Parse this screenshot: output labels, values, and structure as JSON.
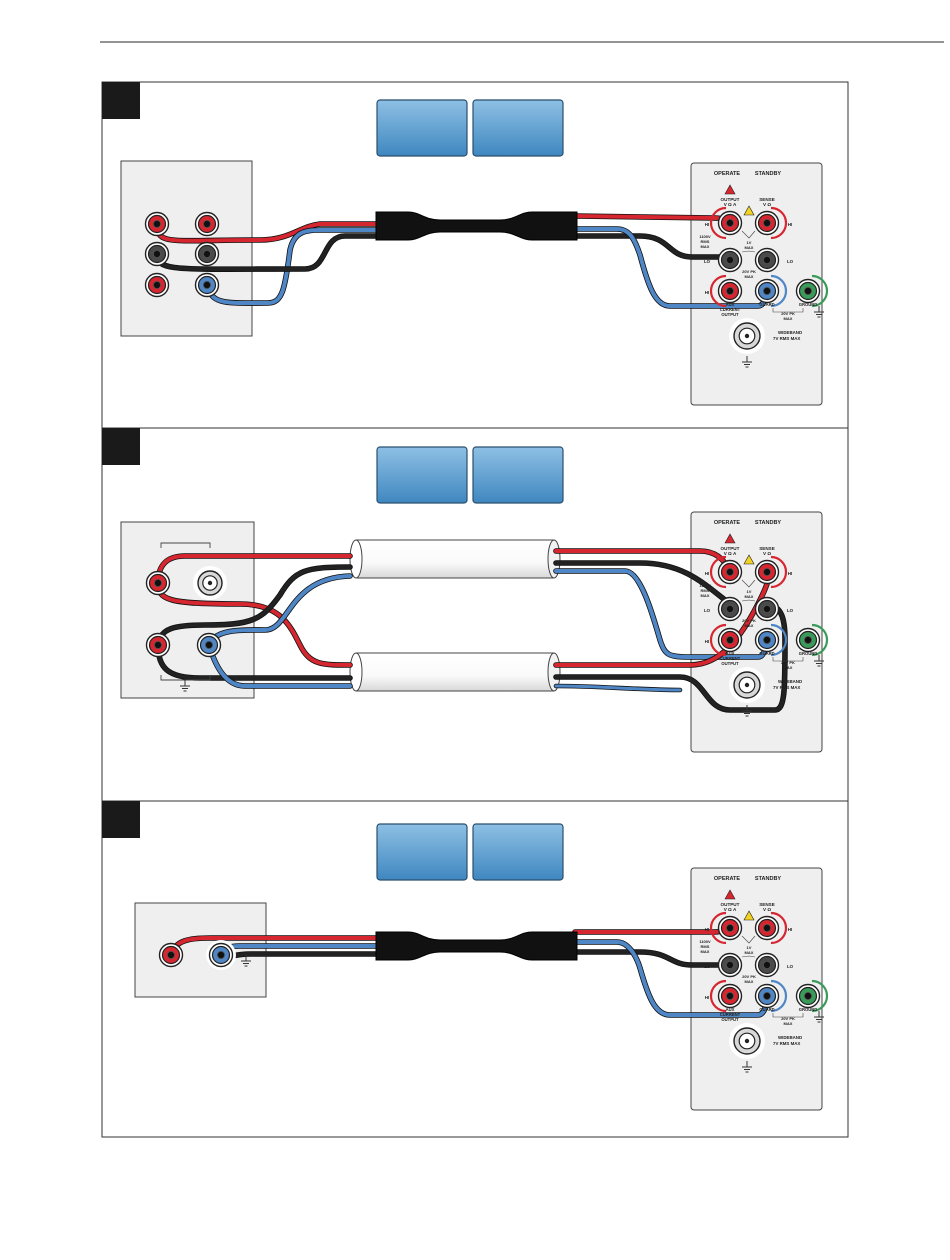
{
  "panels": [
    {
      "id": "a",
      "cable": "coax",
      "uut": "six-post",
      "calibrator": {
        "operate": "OPERATE",
        "standby": "STANDBY",
        "output": "OUTPUT",
        "output_units": "V Ω A",
        "sense": "SENSE",
        "sense_units": "V Ω",
        "hi": "HI",
        "lo": "LO",
        "rms_max": "1100V",
        "rms_max2": "RMS",
        "rms_max3": "MAX",
        "v_max": "1V",
        "v_max2": "MAX",
        "pk_max": "20V PK",
        "pk_max2": "MAX",
        "aux": "AUX",
        "current_output": "CURRENT",
        "current_output2": "OUTPUT",
        "guard": "GUARD",
        "ground": "GROUND",
        "guard_pk": "20V PK",
        "guard_pk2": "MAX",
        "wideband": "WIDEBAND",
        "wideband2": "7V RMS MAX"
      }
    },
    {
      "id": "b",
      "cable": "shielded-pair",
      "uut": "four-post",
      "calibrator": {
        "operate": "OPERATE",
        "standby": "STANDBY",
        "output": "OUTPUT",
        "output_units": "V Ω A",
        "sense": "SENSE",
        "sense_units": "V Ω",
        "hi": "HI",
        "lo": "LO",
        "rms_max": "1100V",
        "rms_max2": "RMS",
        "rms_max3": "MAX",
        "v_max": "1V",
        "v_max2": "MAX",
        "pk_max": "20V PK",
        "pk_max2": "MAX",
        "aux": "AUX",
        "current_output": "CURRENT",
        "current_output2": "OUTPUT",
        "guard": "GUARD",
        "ground": "GROUND",
        "guard_pk": "20V PK",
        "guard_pk2": "MAX",
        "wideband": "WIDEBAND",
        "wideband2": "7V RMS MAX"
      }
    },
    {
      "id": "c",
      "cable": "coax",
      "uut": "two-post",
      "calibrator": {
        "operate": "OPERATE",
        "standby": "STANDBY",
        "output": "OUTPUT",
        "output_units": "V Ω A",
        "sense": "SENSE",
        "sense_units": "V Ω",
        "hi": "HI",
        "lo": "LO",
        "rms_max": "1100V",
        "rms_max2": "RMS",
        "rms_max3": "MAX",
        "v_max": "1V",
        "v_max2": "MAX",
        "pk_max": "20V PK",
        "pk_max2": "MAX",
        "aux": "AUX",
        "current_output": "CURRENT",
        "current_output2": "OUTPUT",
        "guard": "GUARD",
        "ground": "GROUND",
        "guard_pk": "20V PK",
        "guard_pk2": "MAX",
        "wideband": "WIDEBAND",
        "wideband2": "7V RMS MAX"
      }
    }
  ],
  "colors": {
    "red": "#d62630",
    "black": "#222222",
    "blue": "#4f86c6",
    "green": "#3a9a5a",
    "panel_gray": "#efeff0",
    "header_blue": "#5a9ccd"
  }
}
